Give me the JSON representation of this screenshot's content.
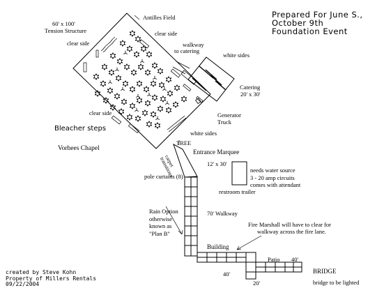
{
  "title": {
    "line1": "Prepared For June S.,",
    "line2": "October 9th",
    "line3": "Foundation Event"
  },
  "labels": {
    "tent_size": "60' x 100'",
    "tent_name": "Tension Structure",
    "antilles": "Antilles Field",
    "clear_side_top": "clear side",
    "clear_side_left": "clear side",
    "clear_side_bottom": "clear side",
    "walkway_catering_1": "walkway",
    "walkway_catering_2": "to catering",
    "white_sides_top": "white sides",
    "catering": "Catering",
    "catering_size": "20' x 30'",
    "generator_1": "Generator",
    "generator_2": "Truck",
    "white_sides_bottom": "white sides",
    "bleacher_steps": "Bleacher steps",
    "vorhees": "Vorhees Chapel",
    "tree": "TREE",
    "carpet_1": "carpet",
    "carpet_2": "transitions",
    "entrance": "Entrance Marquee",
    "marquee_size": "12' x 30'",
    "water_1": "needs water source",
    "water_2": "3 - 20 amp circuits",
    "water_3": "comes with attendant",
    "restroom": "restroom trailer",
    "pole_curtains": "pole curtains (8)",
    "walkway_70": "70' Walkway",
    "rain_1": "Rain Option",
    "rain_2": "otherwise",
    "rain_3": "known as",
    "rain_4": "\"Plan B\"",
    "fire_1": "Fire Marshall will have to clear for",
    "fire_2": "walkway across the fire lane.",
    "building": "Building",
    "patio": "Patio",
    "dim_40_right": "40'",
    "dim_40_left": "40'",
    "dim_20": "20'",
    "bridge": "BRIDGE",
    "bridge_lighted": "bridge to be lighted"
  },
  "credits": {
    "line1": "created by Steve Kohn",
    "line2": "Property of Millers Rentals",
    "line3": "09/22/2004"
  }
}
